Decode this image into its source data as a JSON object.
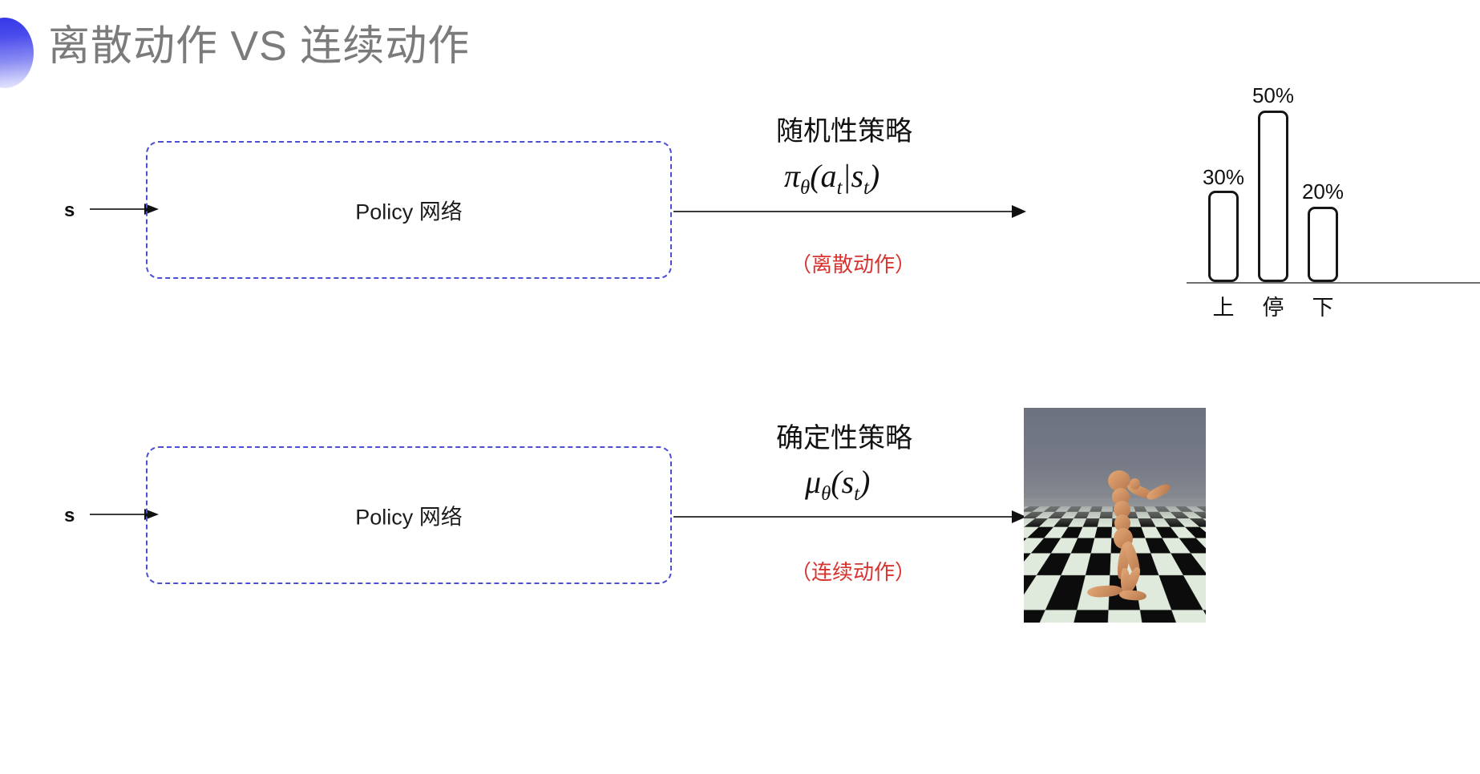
{
  "slide": {
    "title": "离散动作 VS 连续动作",
    "title_color": "#7b7b7b",
    "decor_icon": "blue-gradient-half-circle",
    "background": "#ffffff"
  },
  "rows": [
    {
      "id": "discrete",
      "state_label": "s",
      "policy_box_label": "Policy 网络",
      "policy_box_border_color": "#4b4fd0",
      "policy_name": "随机性策略",
      "formula": "πθ(at|st)",
      "formula_base": "π",
      "formula_sub": "θ",
      "formula_args": "(a",
      "formula_arg_sub1": "t",
      "formula_pipe": "|s",
      "formula_arg_sub2": "t",
      "formula_close": ")",
      "action_note": "（离散动作）",
      "action_note_color": "#d8332f",
      "output_kind": "bar-chart"
    },
    {
      "id": "continuous",
      "state_label": "s",
      "policy_box_label": "Policy 网络",
      "policy_box_border_color": "#4b4fd0",
      "policy_name": "确定性策略",
      "formula": "μθ(st)",
      "formula_base": "μ",
      "formula_sub": "θ",
      "formula_args": "(s",
      "formula_arg_sub1": "t",
      "formula_close": ")",
      "action_note": "（连续动作）",
      "action_note_color": "#d8332f",
      "output_kind": "humanoid-simulation-image"
    }
  ],
  "chart_data": {
    "type": "bar",
    "title": "",
    "xlabel": "",
    "ylabel": "",
    "categories": [
      "上",
      "停",
      "下"
    ],
    "values": [
      30,
      50,
      20
    ],
    "value_labels": [
      "30%",
      "50%",
      "20%"
    ],
    "ylim": [
      0,
      50
    ],
    "grid": false,
    "legend": null,
    "bar_style": "outlined-white-rounded",
    "axis_line": true
  },
  "humanoid": {
    "description": "MuJoCo humanoid on checkerboard floor",
    "sky_color": "#6f7482",
    "floor_light": "#dfeadc",
    "floor_dark": "#0c0c0c",
    "body_color": "#d09464"
  }
}
